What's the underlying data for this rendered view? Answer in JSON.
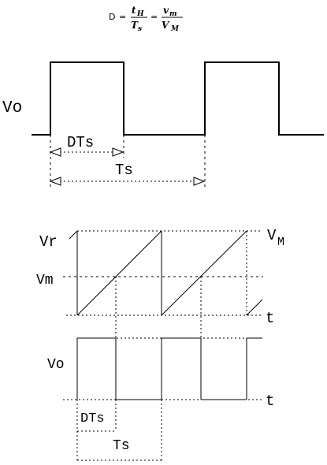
{
  "formula": {
    "lhs": "D",
    "eq1": "=",
    "frac1_num": "t",
    "frac1_num_sub": "H",
    "frac1_den": "T",
    "frac1_den_sub": "s",
    "eq2": "=",
    "frac2_num": "v",
    "frac2_num_sub": "m",
    "frac2_den": "V",
    "frac2_den_sub": "M"
  },
  "top_waveform": {
    "signal_label": "Vo",
    "duty_label": "DTs",
    "period_label": "Ts"
  },
  "bottom_waveform": {
    "ramp_peak_label": "Vr",
    "ramp_max_label": "V",
    "ramp_max_sub": "M",
    "control_label": "Vm",
    "time_label_ramp": "t",
    "signal_label": "Vo",
    "time_label_output": "t",
    "duty_label": "DTs",
    "period_label": "Ts"
  }
}
